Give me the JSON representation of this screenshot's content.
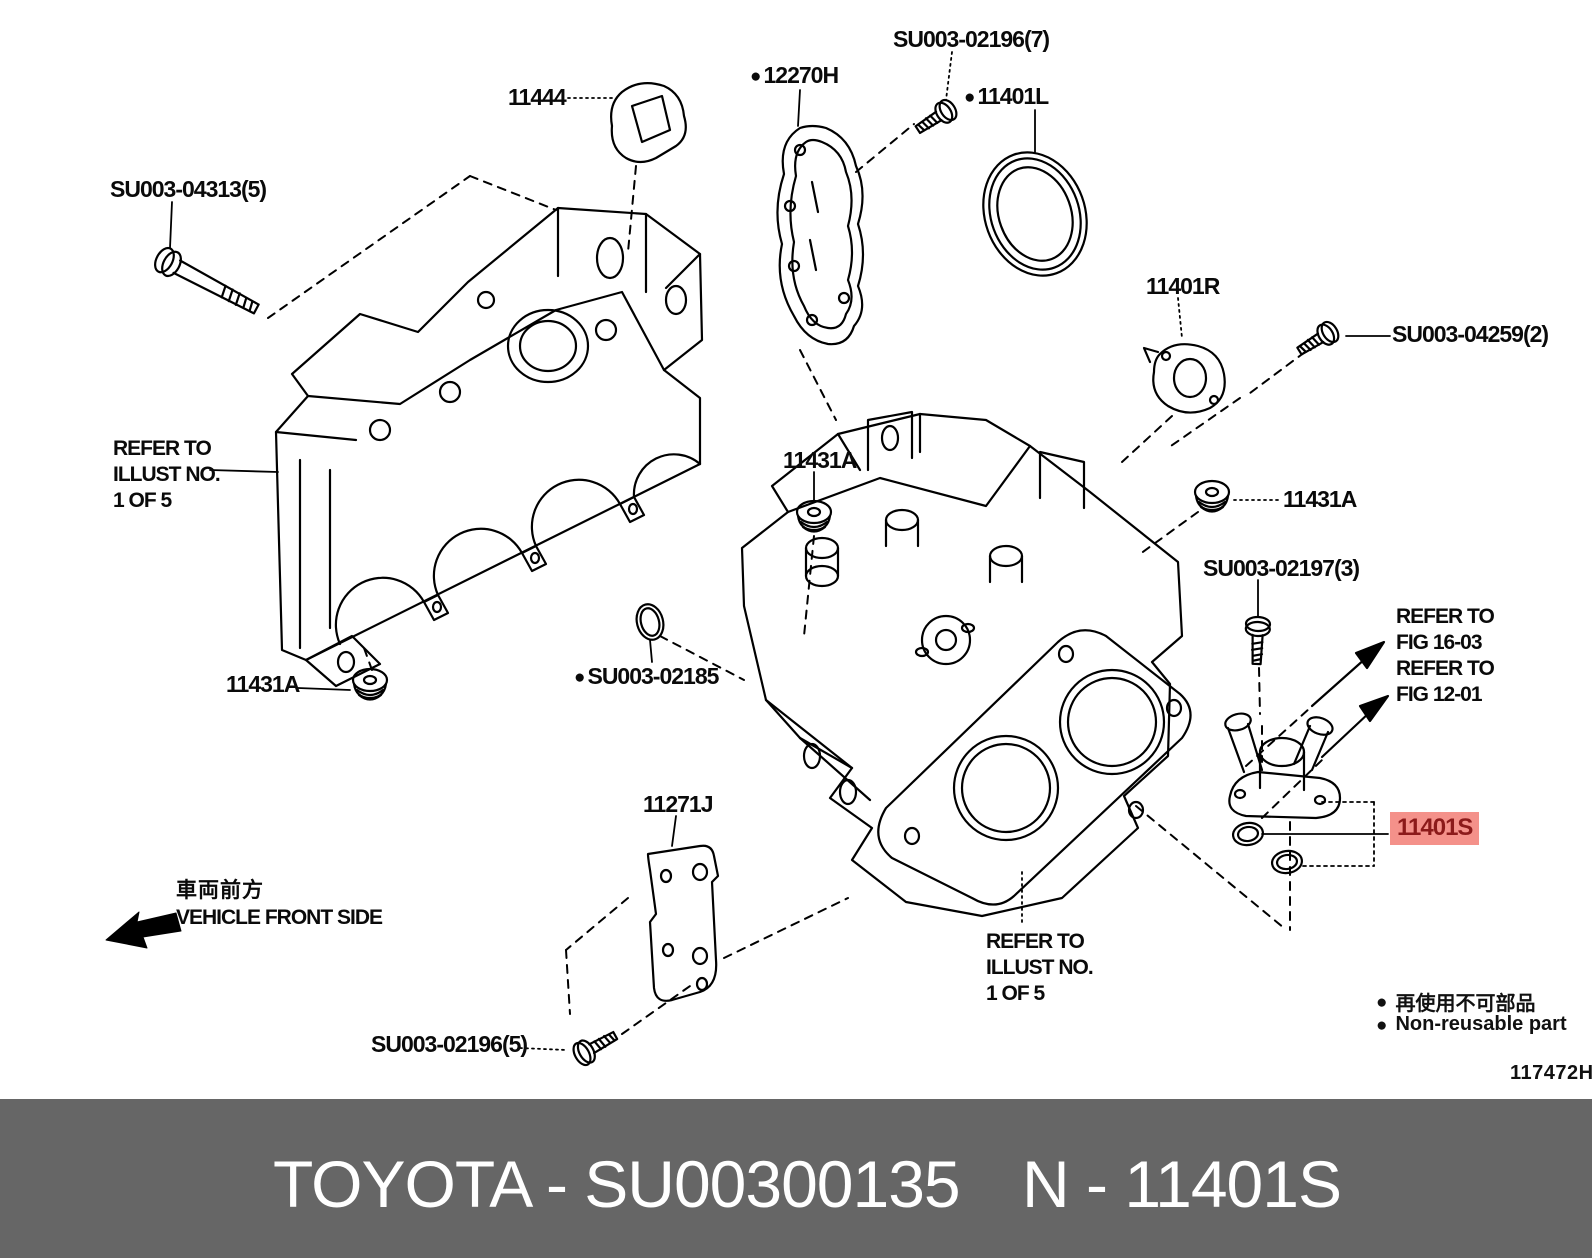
{
  "footer": {
    "left_text": "TOYOTA - SU00300135",
    "right_text": "N - 11401S",
    "bg_color": "#666666",
    "text_color": "#ffffff"
  },
  "highlight": {
    "bg_color": "#f4918a",
    "text_color": "#8c1a1a"
  },
  "icons": {
    "non_reusable_dot": "●"
  },
  "front_side": {
    "jp": "車両前方",
    "en": "VEHICLE FRONT SIDE"
  },
  "legend": {
    "jp": "再使用不可部品",
    "en": "Non-reusable part"
  },
  "drawing_number": "117472H",
  "labels": [
    {
      "id": "su003-02196-7",
      "text": "SU003-02196(7)"
    },
    {
      "id": "12270h",
      "text": "12270H",
      "non_reusable": true
    },
    {
      "id": "11444",
      "text": "11444"
    },
    {
      "id": "11401l",
      "text": "11401L",
      "non_reusable": true
    },
    {
      "id": "su003-04313-5",
      "text": "SU003-04313(5)"
    },
    {
      "id": "11401r",
      "text": "11401R"
    },
    {
      "id": "su003-04259-2",
      "text": "SU003-04259(2)"
    },
    {
      "id": "refer-illust-left",
      "text": "REFER TO\nILLUST NO.\n1 OF 5"
    },
    {
      "id": "11431a-top",
      "text": "11431A"
    },
    {
      "id": "11431a-right",
      "text": "11431A"
    },
    {
      "id": "su003-02197-3",
      "text": "SU003-02197(3)"
    },
    {
      "id": "refer-fig-16-03",
      "text": "REFER TO\nFIG 16-03"
    },
    {
      "id": "refer-fig-12-01",
      "text": "REFER TO\nFIG 12-01"
    },
    {
      "id": "su003-02185",
      "text": "SU003-02185",
      "non_reusable": true
    },
    {
      "id": "11431a-left",
      "text": "11431A"
    },
    {
      "id": "11271j",
      "text": "11271J"
    },
    {
      "id": "11401s",
      "text": "11401S",
      "highlighted": true
    },
    {
      "id": "refer-illust-bottom",
      "text": "REFER TO\nILLUST NO.\n1 OF 5"
    },
    {
      "id": "su003-02196-5",
      "text": "SU003-02196(5)"
    }
  ]
}
